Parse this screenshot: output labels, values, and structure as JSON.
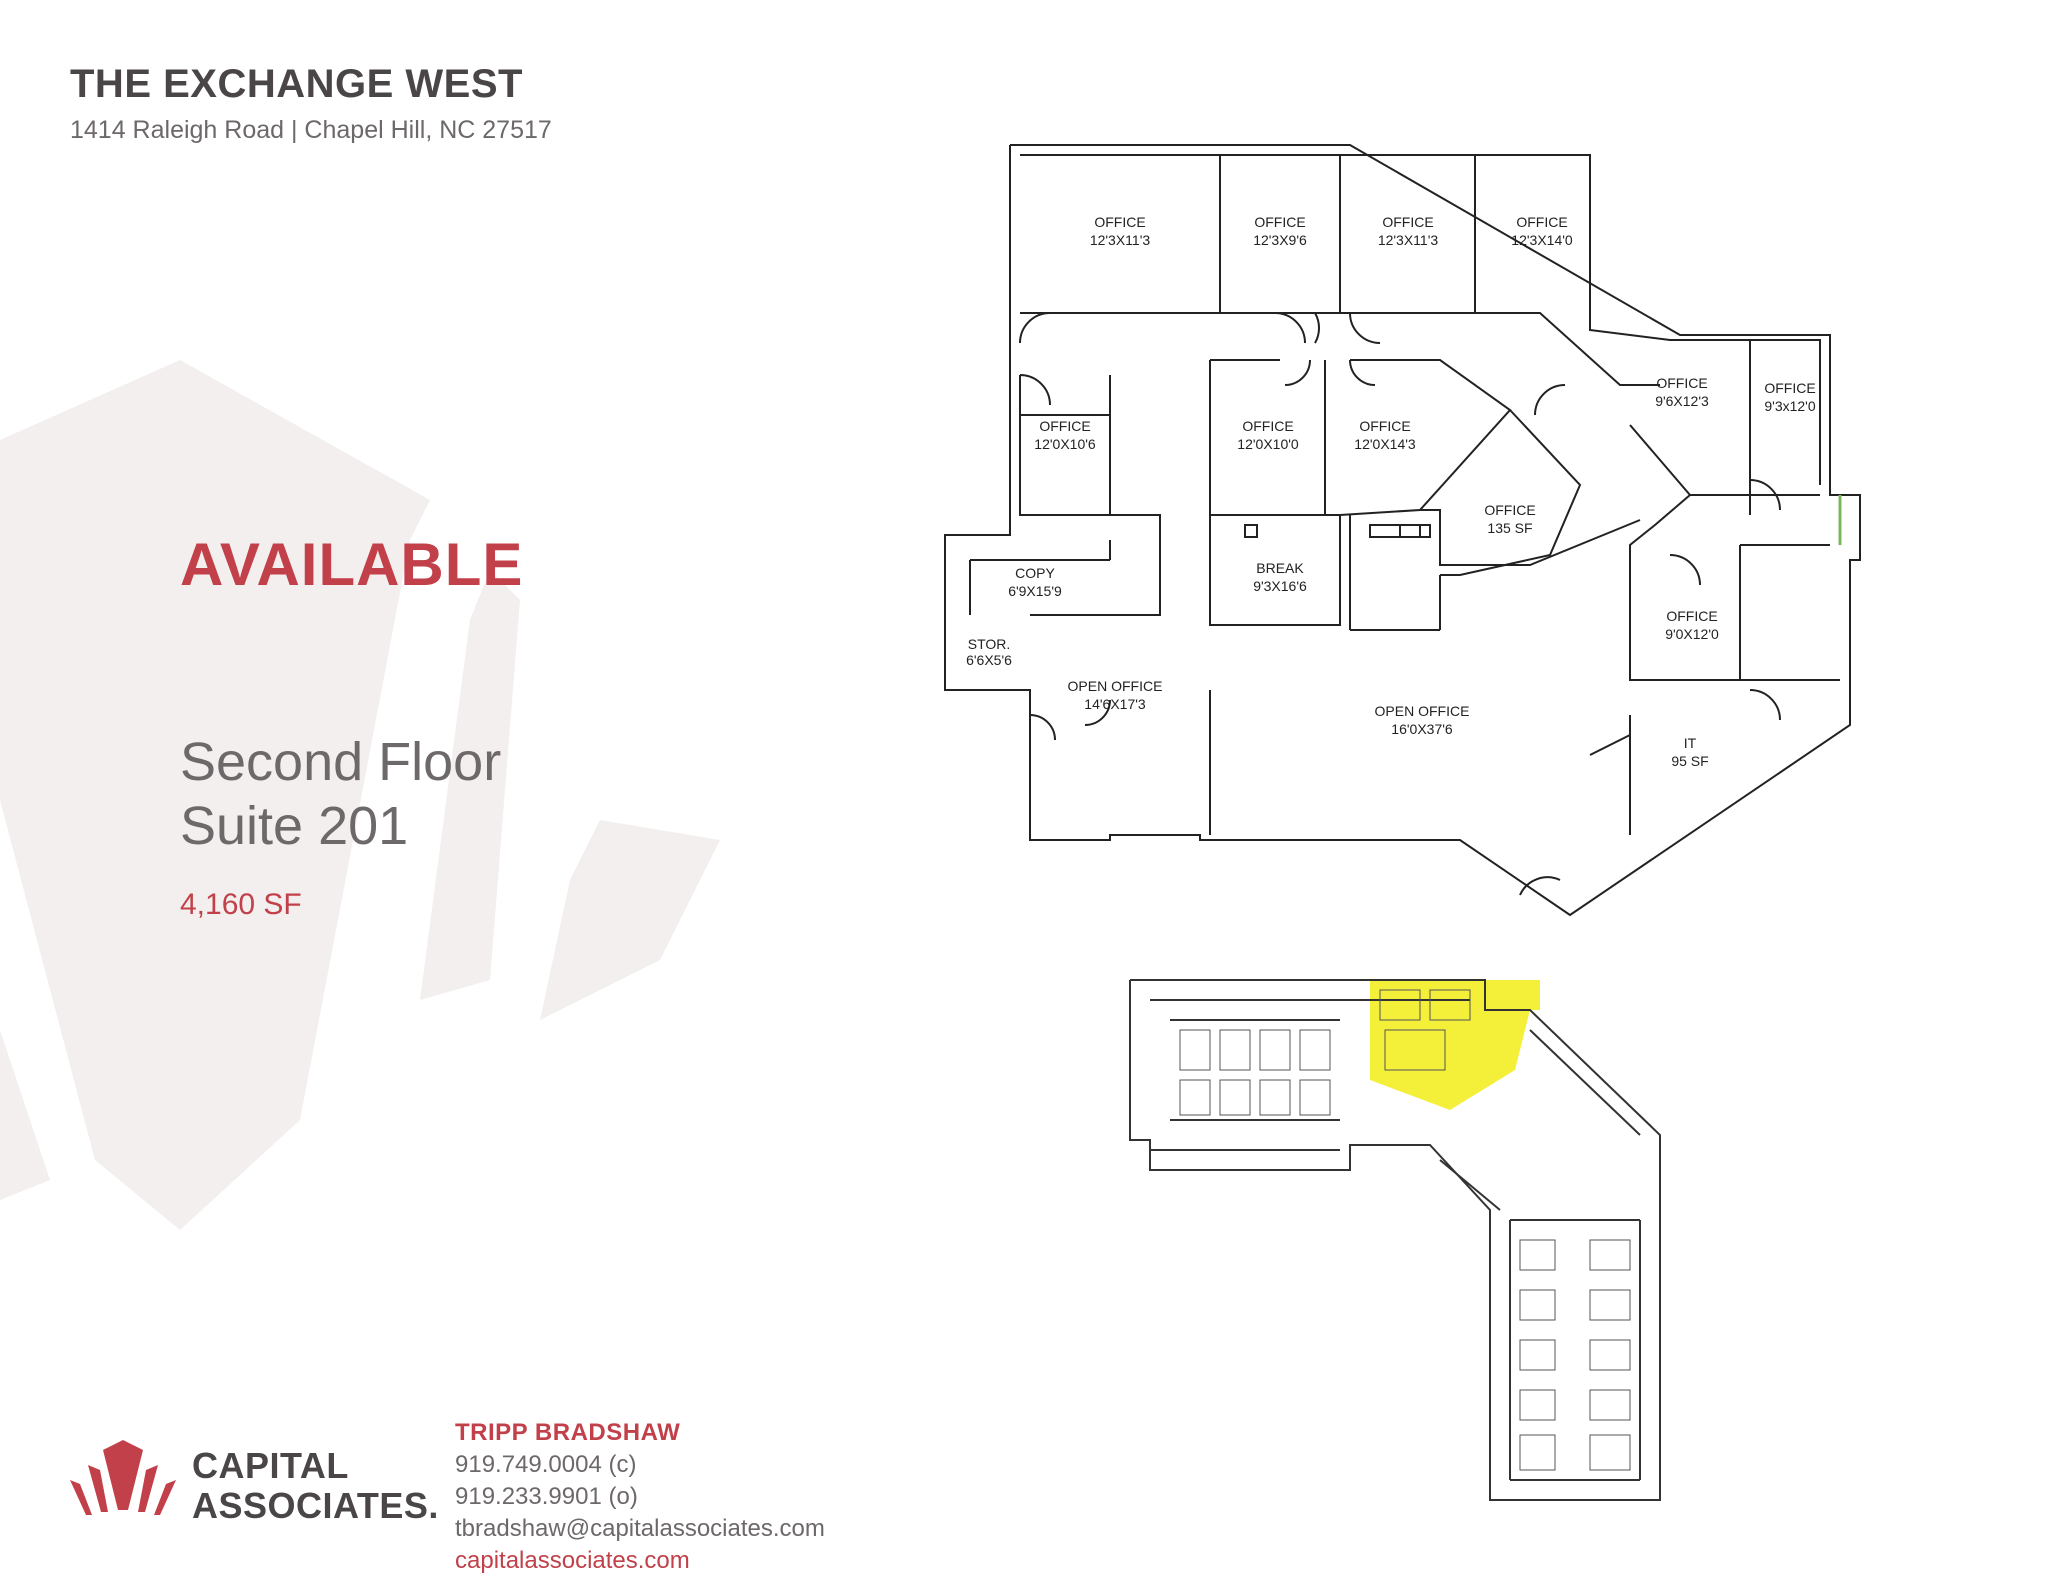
{
  "header": {
    "title": "THE EXCHANGE WEST",
    "address": "1414 Raleigh Road | Chapel Hill, NC 27517"
  },
  "listing": {
    "status": "AVAILABLE",
    "floor": "Second Floor",
    "suite": "Suite 201",
    "area": "4,160 SF"
  },
  "logo": {
    "line1": "CAPITAL",
    "line2": "ASSOCIATES.",
    "icon": "capital-associates-logo-icon"
  },
  "contact": {
    "name": "TRIPP BRADSHAW",
    "cell": "919.749.0004 (c)",
    "office": "919.233.9901 (o)",
    "email": "tbradshaw@capitalassociates.com",
    "website": "capitalassociates.com"
  },
  "rooms": {
    "r1": {
      "name": "OFFICE",
      "dim": "12'3X11'3"
    },
    "r2": {
      "name": "OFFICE",
      "dim": "12'3X9'6"
    },
    "r3": {
      "name": "OFFICE",
      "dim": "12'3X11'3"
    },
    "r4": {
      "name": "OFFICE",
      "dim": "12'3X14'0"
    },
    "r5": {
      "name": "OFFICE",
      "dim": "9'6X12'3"
    },
    "r6": {
      "name": "OFFICE",
      "dim": "9'3x12'0"
    },
    "r7": {
      "name": "OFFICE",
      "dim": "12'0X10'6"
    },
    "r8": {
      "name": "OFFICE",
      "dim": "12'0X10'0"
    },
    "r9": {
      "name": "OFFICE",
      "dim": "12'0X14'3"
    },
    "r10": {
      "name": "OFFICE",
      "dim": "135 SF"
    },
    "r11": {
      "name": "COPY",
      "dim": "6'9X15'9"
    },
    "r12": {
      "name": "BREAK",
      "dim": "9'3X16'6"
    },
    "r13": {
      "name": "STOR.",
      "dim": "6'6X5'6"
    },
    "r14": {
      "name": "OFFICE",
      "dim": "9'0X12'0"
    },
    "r15": {
      "name": "OPEN OFFICE",
      "dim": "14'6X17'3"
    },
    "r16": {
      "name": "OPEN OFFICE",
      "dim": "16'0X37'6"
    },
    "r17": {
      "name": "IT",
      "dim": "95 SF"
    }
  },
  "colors": {
    "accent": "#c1404a",
    "text_dark": "#4a4546",
    "text_gray": "#6d6869",
    "bg_shape": "#f2efee",
    "suite_highlight": "#f4f03a"
  }
}
